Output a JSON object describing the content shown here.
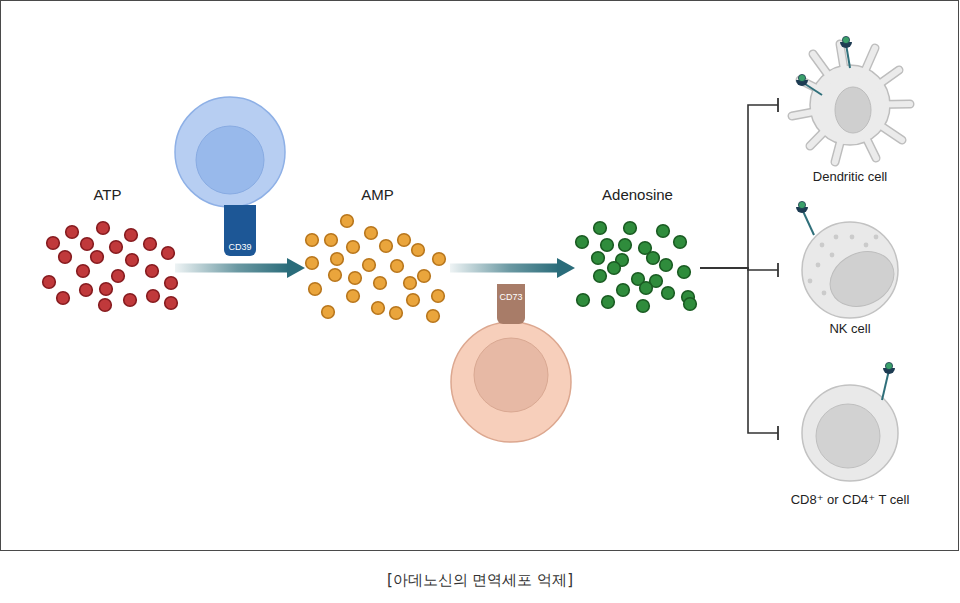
{
  "diagram": {
    "caption": "[아데노신의 면역세포 억제]",
    "nodes": [
      {
        "text": [
          "ATP"
        ]
      },
      {
        "text": [
          "CD39"
        ]
      },
      {
        "text": [
          "AMP"
        ]
      },
      {
        "text": [
          "CD73"
        ]
      },
      {
        "text": [
          "Adenosine"
        ]
      },
      {
        "text": [
          "Dendritic cell"
        ]
      },
      {
        "text": [
          "NK cell"
        ]
      },
      {
        "text": [
          "CD8⁺ or CD4⁺ T cell"
        ]
      }
    ],
    "edges": [
      {
        "from": 0,
        "to": 2,
        "arrow": "to"
      },
      {
        "from": 2,
        "to": 4,
        "arrow": "to"
      },
      {
        "from": 4,
        "to": 5,
        "arrow": "to"
      },
      {
        "from": 4,
        "to": 6,
        "arrow": "to"
      },
      {
        "from": 4,
        "to": 7,
        "arrow": "to"
      }
    ]
  }
}
